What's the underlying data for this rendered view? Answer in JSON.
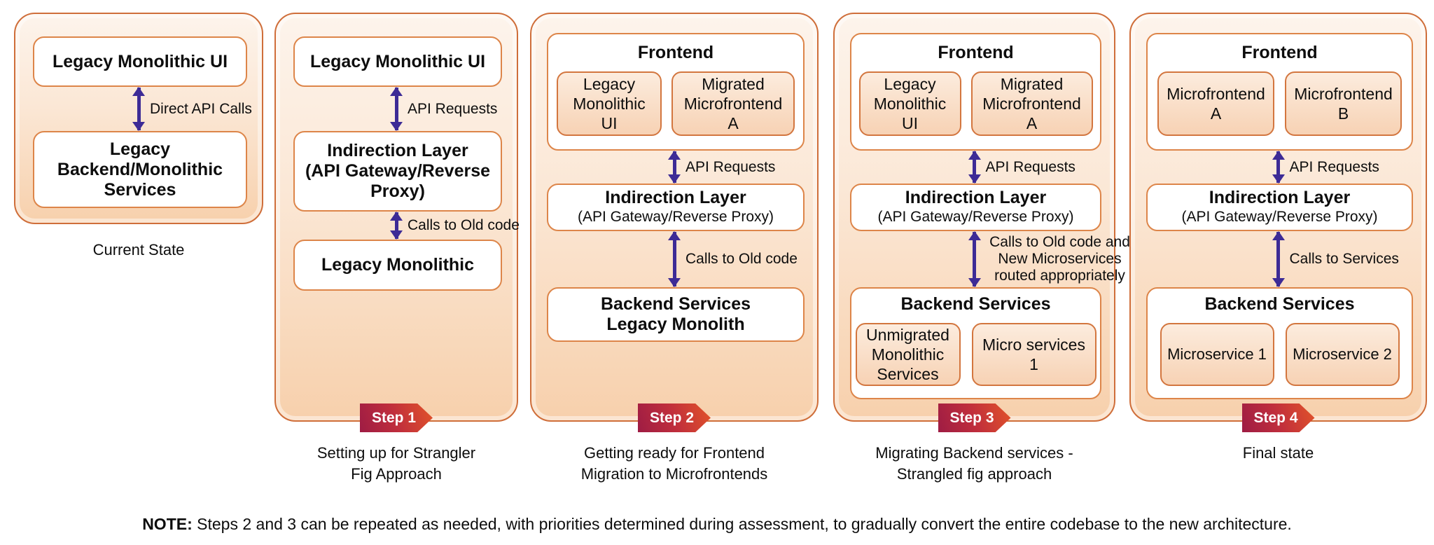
{
  "colors": {
    "panel_border": "#cf6e3a",
    "box_border": "#dd8549",
    "subbox_border": "#d3763f",
    "panel_gradient_top": "#fdf4ec",
    "panel_gradient_bottom": "#f7d0ac",
    "arrow": "#3d2b96",
    "step_badge_start": "#9e1c44",
    "step_badge_end": "#e25429",
    "text": "#0d0d0d"
  },
  "note": {
    "label": "NOTE:",
    "text": " Steps 2 and 3 can be repeated as needed, with priorities determined during assessment, to gradually convert the entire codebase to the new architecture."
  },
  "panels": [
    {
      "id": "current-state",
      "caption": [
        "Current State"
      ],
      "box_top": "Legacy Monolithic UI",
      "arrow1_label": "Direct API Calls",
      "box_bottom_lines": [
        "Legacy",
        "Backend/Monolithic",
        "Services"
      ]
    },
    {
      "id": "step-1",
      "step_label": "Step 1",
      "caption": [
        "Setting up for Strangler",
        "Fig Approach"
      ],
      "box_top": "Legacy Monolithic UI",
      "arrow1_label": "API Requests",
      "indirection_title": "Indirection Layer",
      "indirection_sub_lines": [
        "(API Gateway/Reverse",
        "Proxy)"
      ],
      "arrow2_label": "Calls to Old code",
      "box_bottom": "Legacy Monolithic"
    },
    {
      "id": "step-2",
      "step_label": "Step 2",
      "caption": [
        "Getting ready for Frontend",
        "Migration to Microfrontends"
      ],
      "frontend_title": "Frontend",
      "frontend_items": [
        [
          "Legacy",
          "Monolithic",
          "UI"
        ],
        [
          "Migrated",
          "Microfrontend",
          "A"
        ]
      ],
      "arrow1_label": "API Requests",
      "indirection_title": "Indirection Layer",
      "indirection_sub": "(API Gateway/Reverse Proxy)",
      "arrow2_label": "Calls to Old code",
      "backend_lines": [
        "Backend Services",
        "Legacy Monolith"
      ]
    },
    {
      "id": "step-3",
      "step_label": "Step 3",
      "caption": [
        "Migrating Backend services -",
        "Strangled fig approach"
      ],
      "frontend_title": "Frontend",
      "frontend_items": [
        [
          "Legacy",
          "Monolithic",
          "UI"
        ],
        [
          "Migrated",
          "Microfrontend",
          "A"
        ]
      ],
      "arrow1_label": "API Requests",
      "indirection_title": "Indirection Layer",
      "indirection_sub": "(API Gateway/Reverse Proxy)",
      "arrow2_label_lines": [
        "Calls to Old code and",
        "New Microservices",
        "routed appropriately"
      ],
      "backend_title": "Backend Services",
      "backend_items": [
        [
          "Unmigrated",
          "Monolithic",
          "Services"
        ],
        [
          "Micro services",
          "1"
        ]
      ]
    },
    {
      "id": "step-4",
      "step_label": "Step 4",
      "caption": [
        "Final state"
      ],
      "frontend_title": "Frontend",
      "frontend_items": [
        [
          "Microfrontend",
          "A"
        ],
        [
          "Microfrontend",
          "B"
        ]
      ],
      "arrow1_label": "API Requests",
      "indirection_title": "Indirection Layer",
      "indirection_sub": "(API Gateway/Reverse Proxy)",
      "arrow2_label": "Calls to Services",
      "backend_title": "Backend Services",
      "backend_items": [
        [
          "Microservice 1"
        ],
        [
          "Microservice 2"
        ]
      ]
    }
  ]
}
